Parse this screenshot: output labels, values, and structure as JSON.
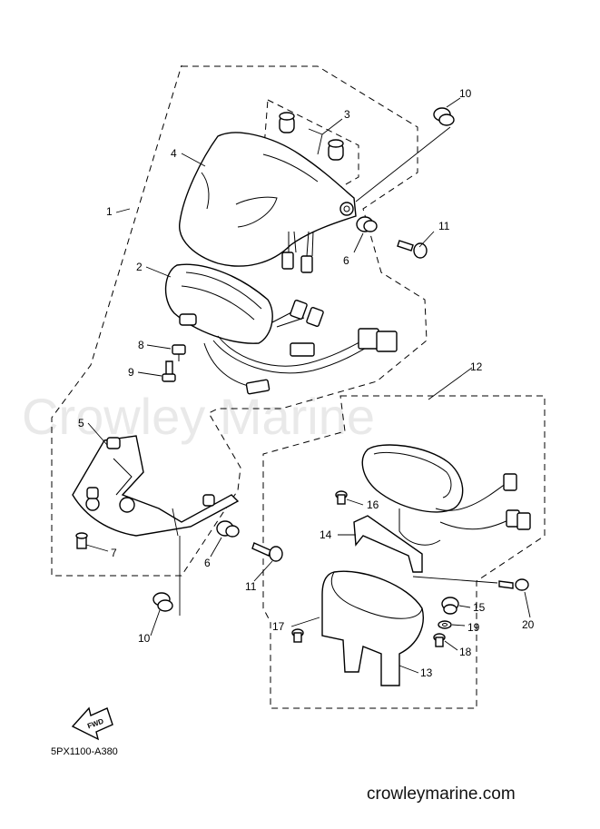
{
  "watermark": "Crowley Marine",
  "diagram_code": "5PX1100-A380",
  "website": "crowleymarine.com",
  "fwd_label": "FWD",
  "callouts": [
    "1",
    "2",
    "3",
    "4",
    "5",
    "6",
    "6",
    "7",
    "8",
    "9",
    "10",
    "10",
    "11",
    "11",
    "12",
    "13",
    "14",
    "15",
    "16",
    "17",
    "18",
    "19",
    "20"
  ]
}
